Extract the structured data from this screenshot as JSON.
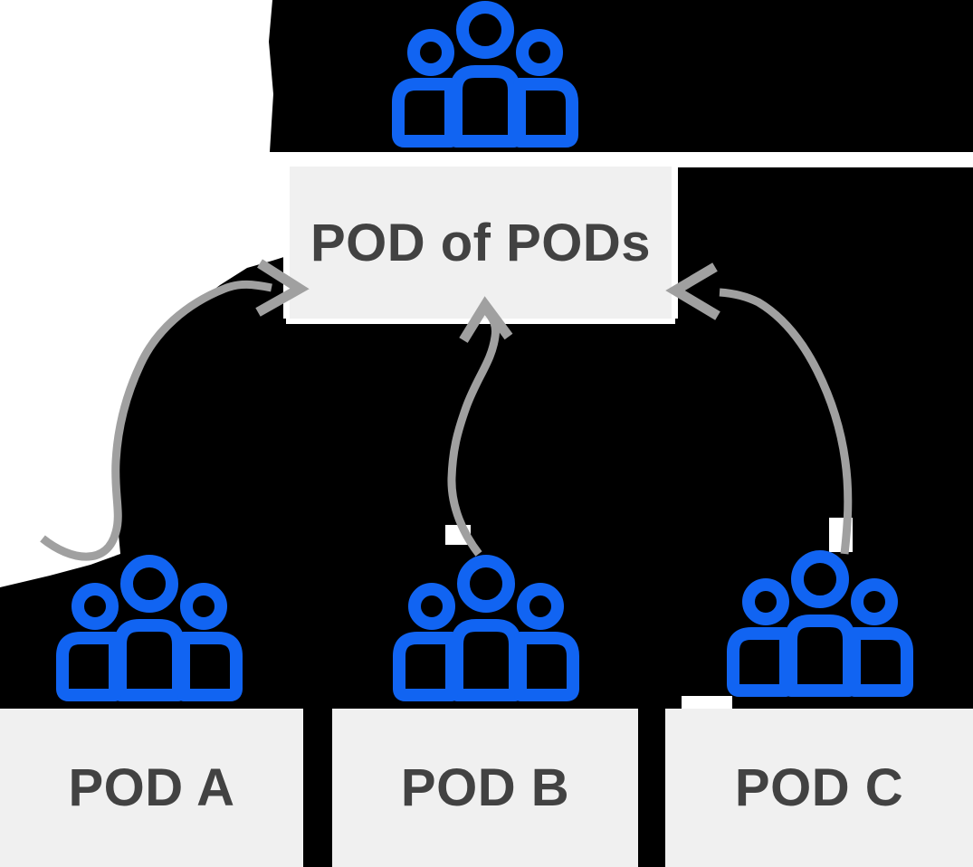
{
  "diagram": {
    "parent": {
      "label": "POD of PODs",
      "icon": "people-group-icon"
    },
    "pods": [
      {
        "id": "pod-a",
        "label": "POD A",
        "icon": "people-group-icon"
      },
      {
        "id": "pod-b",
        "label": "POD B",
        "icon": "people-group-icon"
      },
      {
        "id": "pod-c",
        "label": "POD C",
        "icon": "people-group-icon"
      }
    ],
    "arrows": [
      {
        "from": "POD A",
        "to": "POD of PODs",
        "direction": "curves up-right, arrowhead points right into left side of parent box"
      },
      {
        "from": "POD B",
        "to": "POD of PODs",
        "direction": "s-curve up, arrowhead points up into bottom of parent box"
      },
      {
        "from": "POD C",
        "to": "POD of PODs",
        "direction": "curves up-left, arrowhead points left into right side of parent box"
      }
    ],
    "colors": {
      "icon_blue": "#1164f2",
      "arrow_gray": "#a0a0a0",
      "box_fill": "#f0f0f0",
      "label_text": "#424242",
      "background_black": "#000000",
      "background_white": "#ffffff"
    }
  }
}
